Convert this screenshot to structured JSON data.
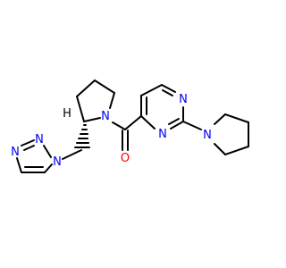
{
  "molecule": {
    "colors": {
      "bond": "#000000",
      "nitrogen": "#0000FF",
      "oxygen": "#FF0000",
      "hydrogen": "#000000"
    },
    "atoms": {
      "n_pyrrolidine_amide": {
        "symbol": "N",
        "element": "nitrogen"
      },
      "o_carbonyl": {
        "symbol": "O",
        "element": "oxygen"
      },
      "n_pyrimidine_3": {
        "symbol": "N",
        "element": "nitrogen"
      },
      "n_pyrimidine_1": {
        "symbol": "N",
        "element": "nitrogen"
      },
      "n_pyrrolidine_sub": {
        "symbol": "N",
        "element": "nitrogen"
      },
      "n_triazole_1": {
        "symbol": "N",
        "element": "nitrogen"
      },
      "n_triazole_2": {
        "symbol": "N",
        "element": "nitrogen"
      },
      "n_triazole_3": {
        "symbol": "N",
        "element": "nitrogen"
      },
      "h_stereo": {
        "symbol": "H",
        "element": "hydrogen"
      }
    }
  }
}
